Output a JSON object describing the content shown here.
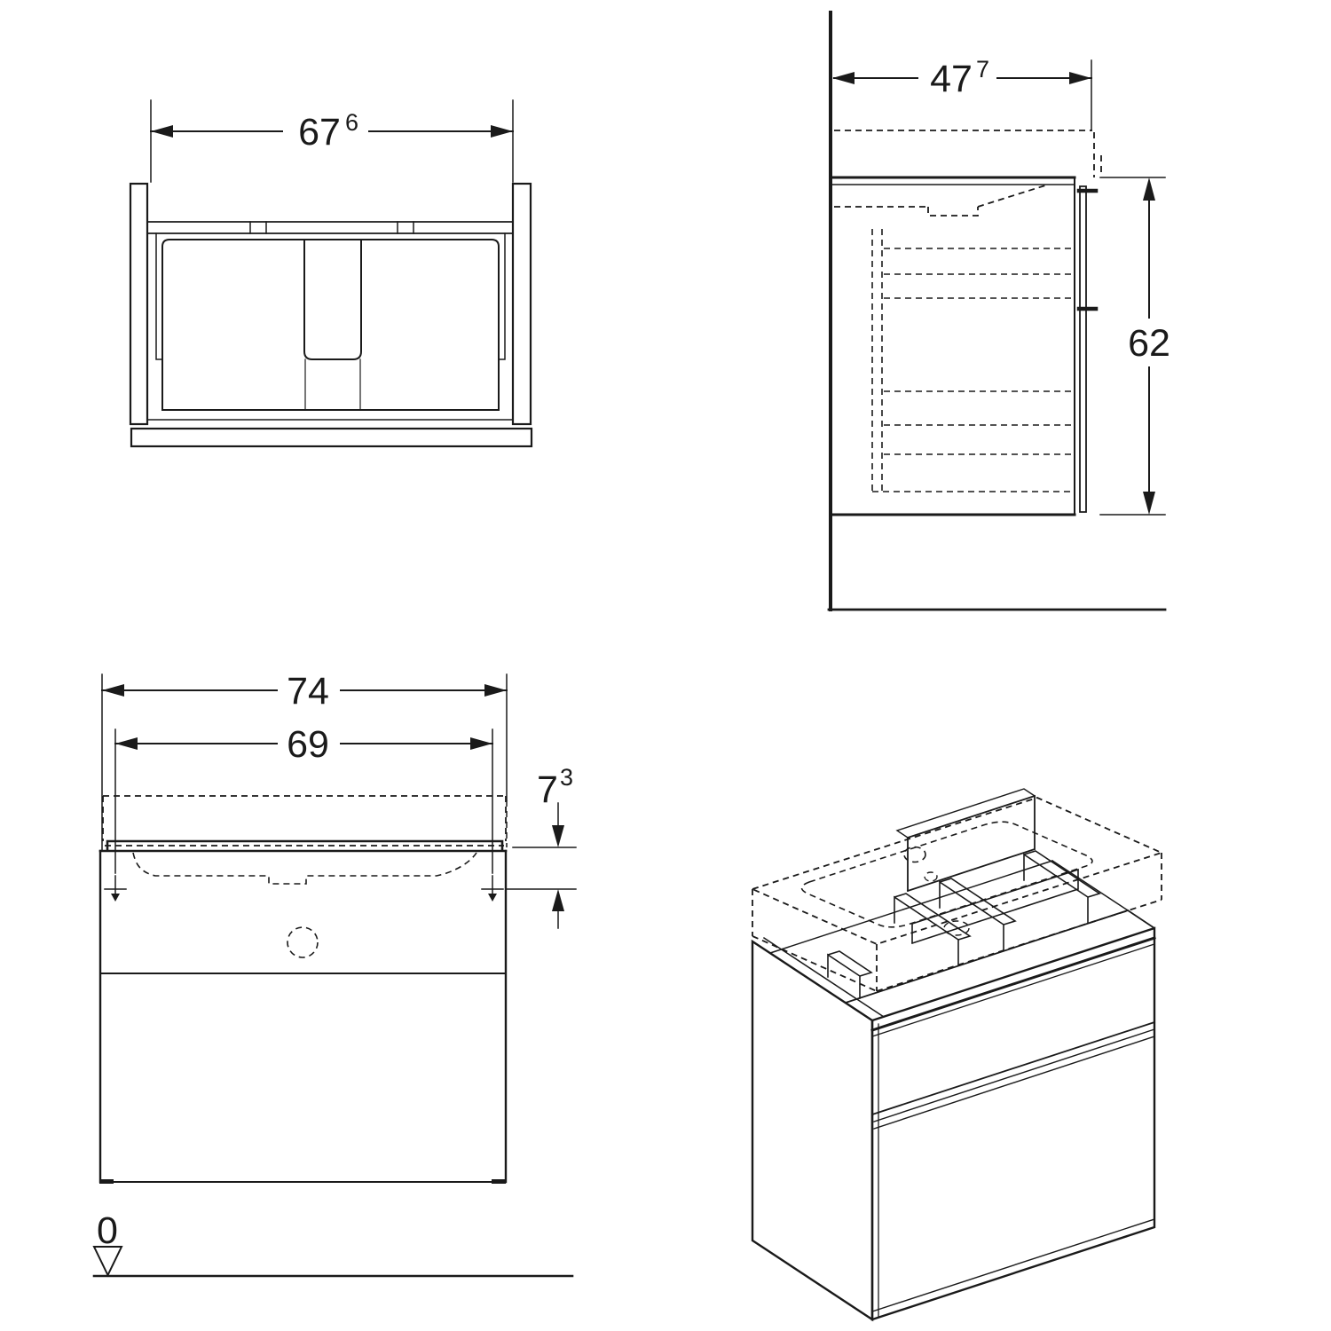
{
  "dims": {
    "plan_width": {
      "main": "67",
      "sup": "6"
    },
    "side_depth": {
      "main": "47",
      "sup": "7"
    },
    "side_height": {
      "main": "62"
    },
    "front_overall_width": {
      "main": "74"
    },
    "front_fixing_width": {
      "main": "69"
    },
    "basin_height": {
      "main": "7",
      "sup": "3"
    },
    "datum_level": {
      "main": "0"
    }
  },
  "colors": {
    "line": "#1a1a1a",
    "background": "#ffffff"
  }
}
